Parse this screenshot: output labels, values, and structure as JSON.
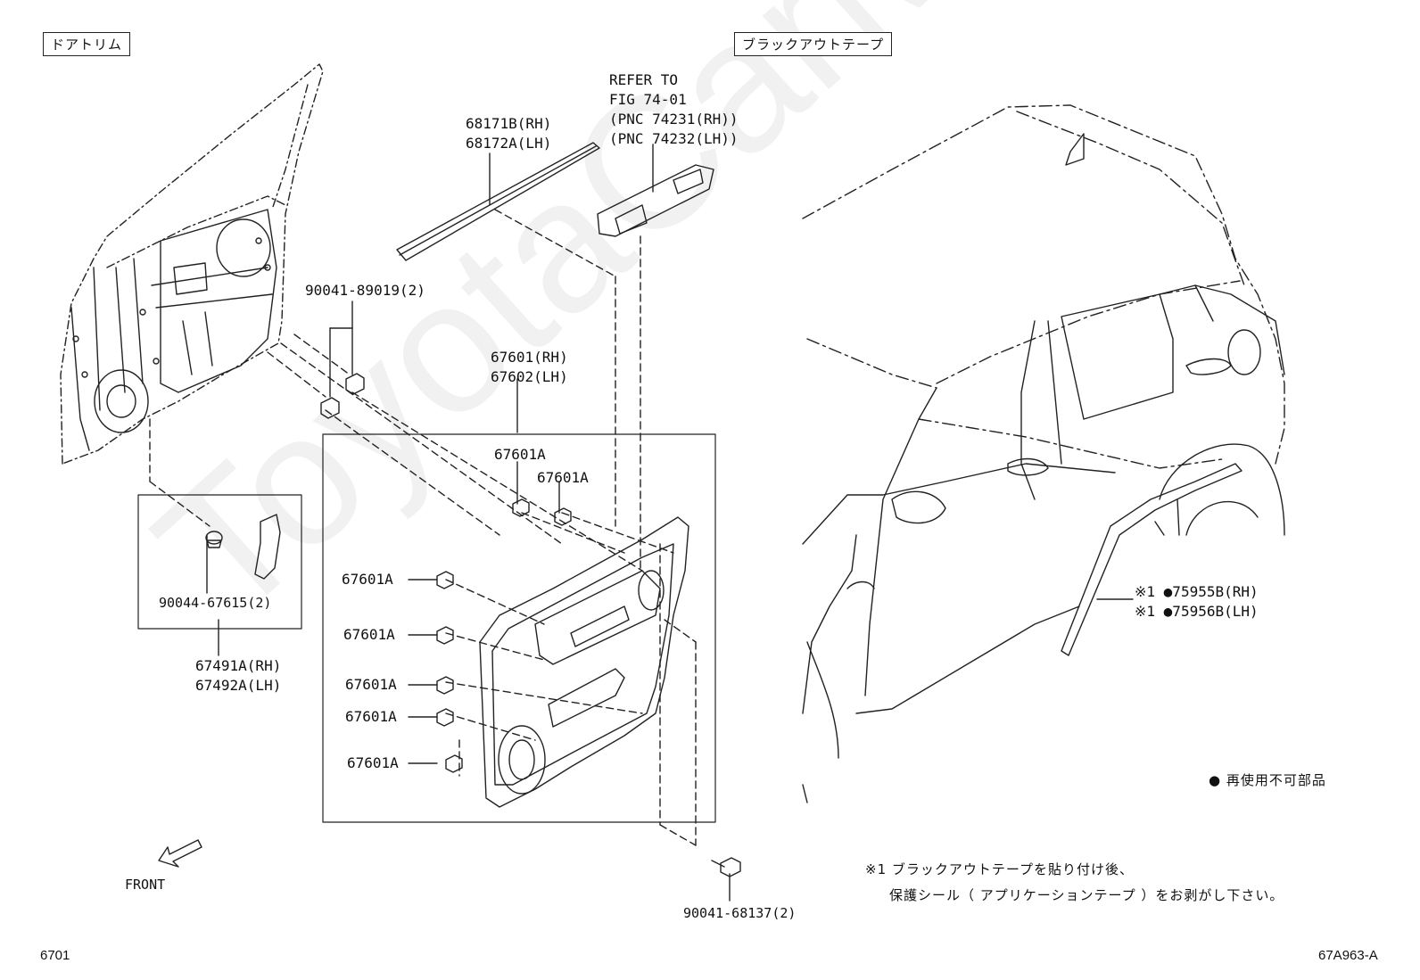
{
  "headings": {
    "door_trim": "ドアトリム",
    "blackout_tape": "ブラックアウトテープ"
  },
  "refer": {
    "line1": "REFER TO",
    "line2": "FIG 74-01",
    "line3": "(PNC 74231(RH))",
    "line4": "(PNC 74232(LH))"
  },
  "parts": {
    "weatherstrip_rh": "68171B(RH)",
    "weatherstrip_lh": "68172A(LH)",
    "clip_89019": "90041-89019(2)",
    "panel_rh": "67601(RH)",
    "panel_lh": "67602(LH)",
    "clip_a": "67601A",
    "clip_67615": "90044-67615(2)",
    "cover_rh": "67491A(RH)",
    "cover_lh": "67492A(LH)",
    "screw_68137": "90041-68137(2)",
    "tape_rh": "※1 ●75955B(RH)",
    "tape_lh": "※1 ●75956B(LH)"
  },
  "legend": {
    "non_reusable": "● 再使用不可部品"
  },
  "note": {
    "line1": "※1 ブラックアウトテープを貼り付け後、",
    "line2": "保護シール（ アプリケーションテープ ）をお剥がし下さい。"
  },
  "front_label": "FRONT",
  "page_number": "6701",
  "figure_code": "67A963-A",
  "watermark": "ToyotaCarMine.ru"
}
